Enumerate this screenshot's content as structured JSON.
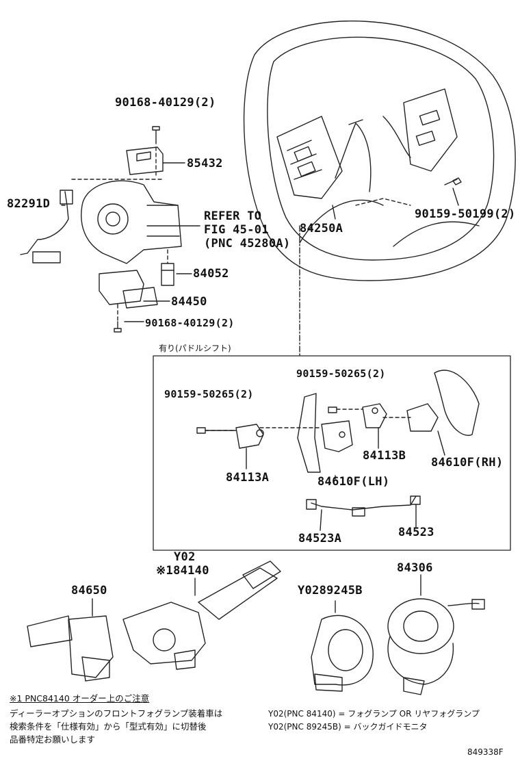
{
  "labels": {
    "p90168_top": "90168-40129(2)",
    "p85432": "85432",
    "p82291d": "82291D",
    "refer_line1": "REFER TO",
    "refer_line2": "FIG 45-01",
    "refer_line3": "(PNC 45280A)",
    "p84052": "84052",
    "p84450": "84450",
    "p90168_bottom": "90168-40129(2)",
    "p84250a": "84250A",
    "p90159_50199": "90159-50199(2)",
    "box_title": "有り(パドルシフト)",
    "p90159_50265_left": "90159-50265(2)",
    "p90159_50265_right": "90159-50265(2)",
    "p84113a": "84113A",
    "p84113b": "84113B",
    "p84610f_lh": "84610F(LH)",
    "p84610f_rh": "84610F(RH)",
    "p84523a": "84523A",
    "p84523": "84523",
    "y02_top": "Y02",
    "p84140": "※184140",
    "p84650": "84650",
    "y0289245b": "Y0289245B",
    "p84306": "84306"
  },
  "notes": {
    "note_title": "※1  PNC84140  オーダー上のご注意",
    "note_line1": "ディーラーオプションのフロントフォグランプ装着車は",
    "note_line2": "検索条件を「仕様有効」から「型式有効」に切替後",
    "note_line3": "品番特定お願いします",
    "y02_line1": "Y02(PNC 84140) = フォグランプ OR リヤフォグランプ",
    "y02_line2": "Y02(PNC 89245B) = バックガイドモニタ",
    "figure_code": "849338F"
  }
}
